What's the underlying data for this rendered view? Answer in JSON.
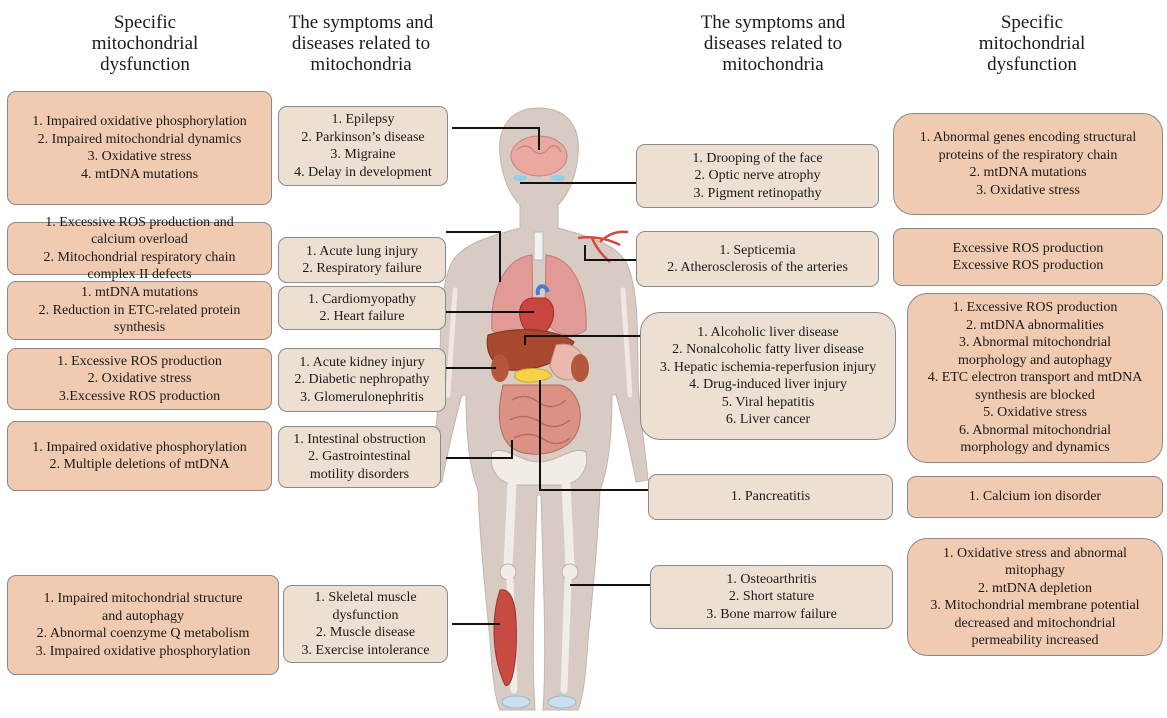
{
  "headings": {
    "left_dysfunction": "Specific\nmitochondrial\ndysfunction",
    "left_symptoms": "The symptoms and\ndiseases related to\nmitochondria",
    "right_symptoms": "The symptoms and\ndiseases related to\nmitochondria",
    "right_dysfunction": "Specific\nmitochondrial\ndysfunction"
  },
  "left_dysfunction": [
    [
      "1. Impaired oxidative phosphorylation",
      "2. Impaired mitochondrial dynamics",
      "3. Oxidative stress",
      "4. mtDNA mutations"
    ],
    [
      "1. Excessive ROS production and",
      "calcium overload",
      "2. Mitochondrial respiratory chain",
      "complex II defects"
    ],
    [
      "1. mtDNA mutations",
      "2. Reduction in ETC-related protein",
      "synthesis"
    ],
    [
      "1. Excessive ROS production",
      "2. Oxidative stress",
      "3.Excessive ROS production"
    ],
    [
      "1. Impaired oxidative phosphorylation",
      "2. Multiple deletions of mtDNA"
    ],
    [
      "1. Impaired mitochondrial structure",
      "and autophagy",
      "2. Abnormal coenzyme Q metabolism",
      "3. Impaired oxidative phosphorylation"
    ]
  ],
  "left_symptoms": [
    [
      "1. Epilepsy",
      "2. Parkinson’s disease",
      "3. Migraine",
      "4. Delay in development"
    ],
    [
      "1. Acute lung injury",
      "2. Respiratory failure"
    ],
    [
      "1. Cardiomyopathy",
      "2. Heart failure"
    ],
    [
      "1. Acute kidney injury",
      "2. Diabetic nephropathy",
      "3. Glomerulonephritis"
    ],
    [
      "1. Intestinal obstruction",
      "2. Gastrointestinal",
      "motility disorders"
    ],
    [
      "1. Skeletal muscle",
      "dysfunction",
      "2. Muscle disease",
      "3. Exercise intolerance"
    ]
  ],
  "right_symptoms": [
    [
      "1. Drooping of the face",
      "2. Optic nerve atrophy",
      "3. Pigment retinopathy"
    ],
    [
      "1. Septicemia",
      "2. Atherosclerosis of the arteries"
    ],
    [
      "1. Alcoholic liver disease",
      "2. Nonalcoholic fatty liver disease",
      "3. Hepatic ischemia-reperfusion injury",
      "4. Drug-induced liver injury",
      "5. Viral hepatitis",
      "6. Liver cancer"
    ],
    [
      "1. Pancreatitis"
    ],
    [
      "1. Osteoarthritis",
      "2. Short stature",
      "3. Bone marrow failure"
    ]
  ],
  "right_dysfunction": [
    [
      "1. Abnormal genes encoding structural",
      "proteins of the respiratory chain",
      "2. mtDNA mutations",
      "3. Oxidative stress"
    ],
    [
      "Excessive ROS production",
      "Excessive ROS production"
    ],
    [
      "1. Excessive ROS production",
      "2. mtDNA abnormalities",
      "3. Abnormal mitochondrial",
      "morphology and autophagy",
      "4. ETC electron transport and mtDNA",
      "synthesis are blocked",
      "5. Oxidative stress",
      "6. Abnormal mitochondrial",
      "morphology and dynamics"
    ],
    [
      "1. Calcium ion disorder"
    ],
    [
      "1. Oxidative stress and abnormal",
      "mitophagy",
      "2. mtDNA depletion",
      "3. Mitochondrial membrane potential",
      "decreased and mitochondrial",
      "permeability increased"
    ]
  ],
  "colors": {
    "dysfunction_box": "#f1cbb1",
    "symptom_box": "#ede0d3",
    "box_border": "#8a8a8a",
    "body_silhouette": "#d8cbc3",
    "connector": "#111111"
  },
  "illustration": "human anatomy figure with brain, lungs, heart, liver, kidneys, pancreas, intestines, bones and leg muscle"
}
